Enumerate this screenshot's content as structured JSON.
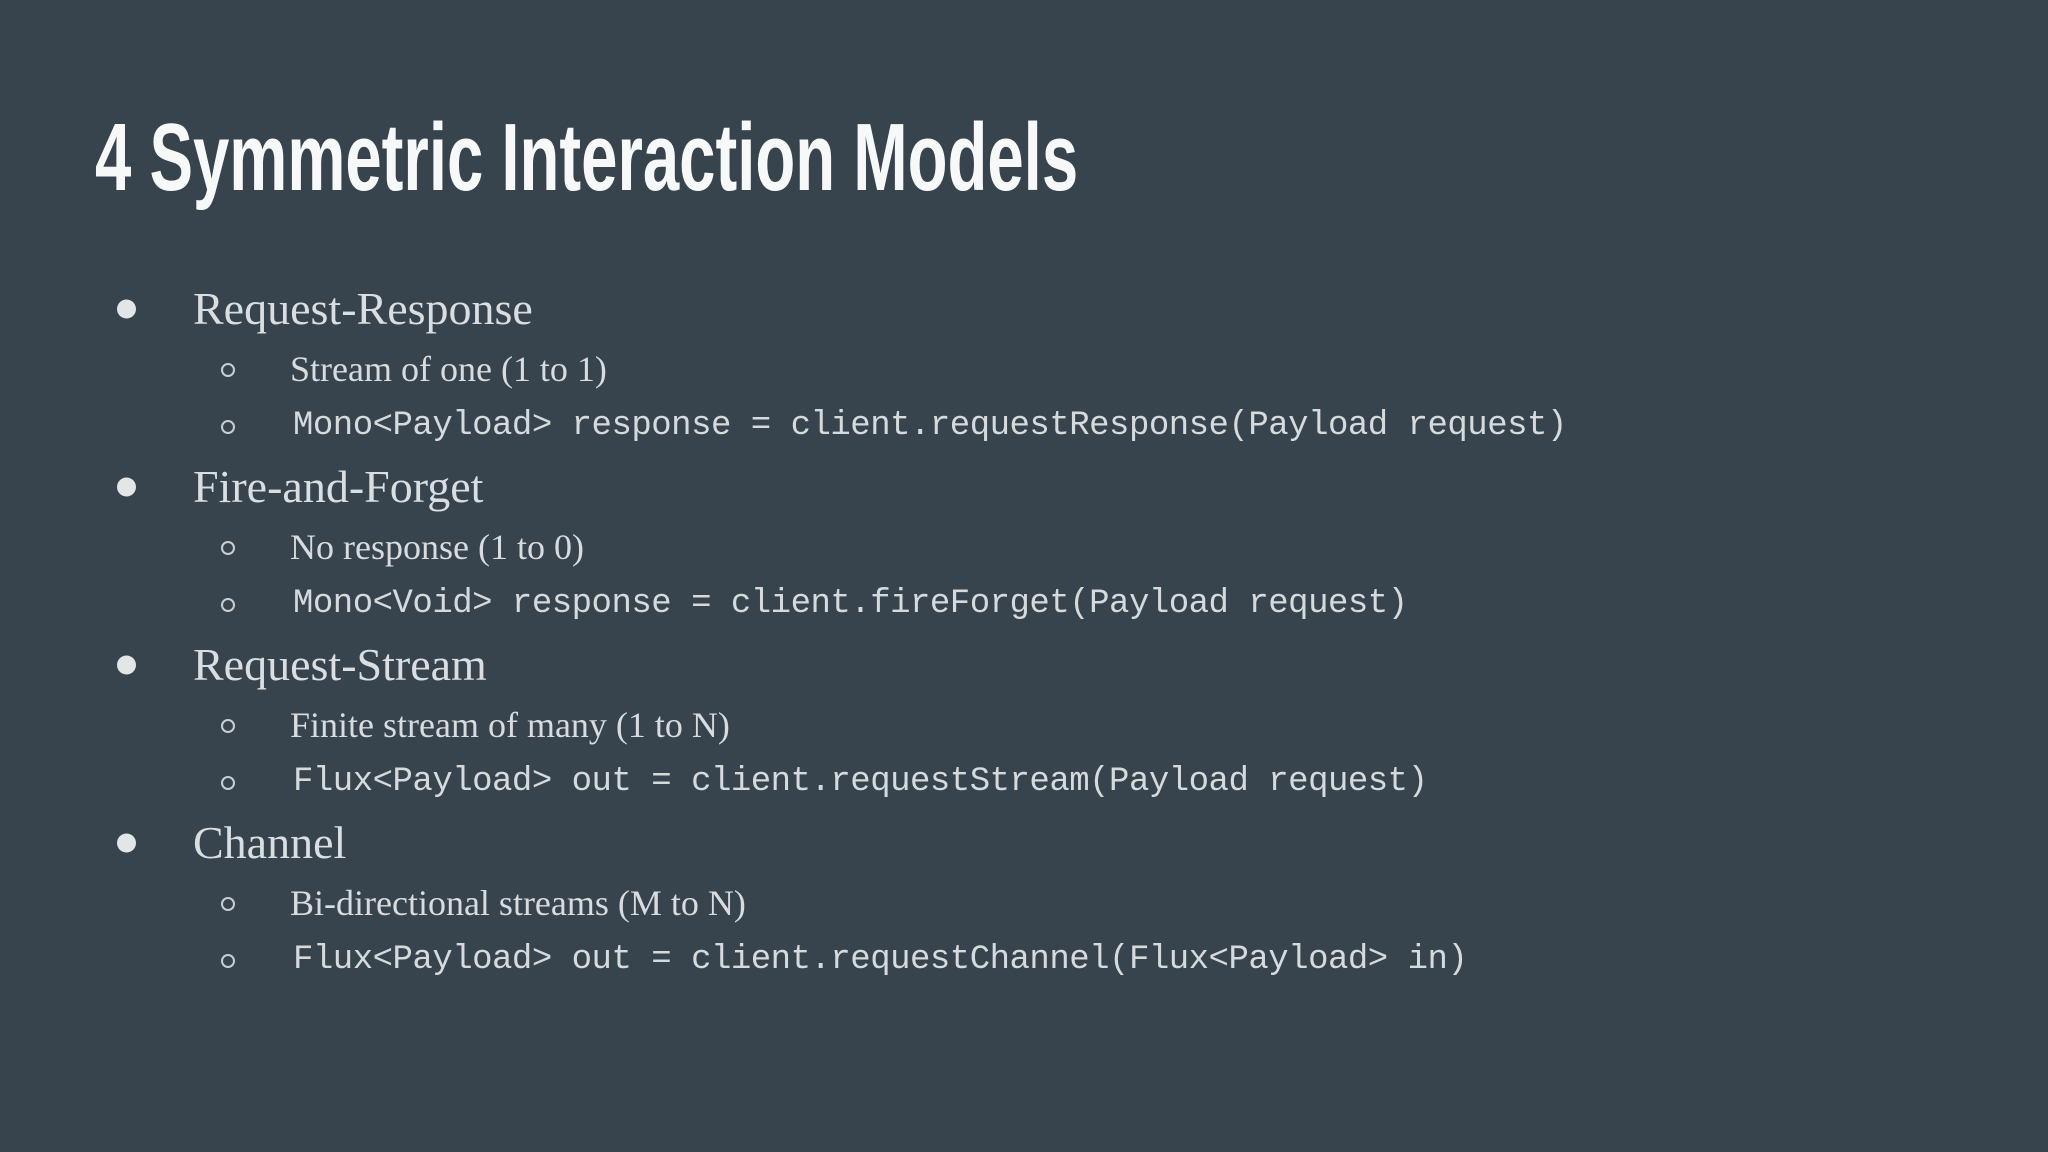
{
  "slide": {
    "title": "4 Symmetric Interaction Models",
    "colors": {
      "background": "#37434D",
      "title_text": "#F7F9F9",
      "body_text": "#D8DCDE",
      "code_text": "#D5DADC"
    },
    "sections": [
      {
        "heading": "Request-Response",
        "sub_text": "Stream of one (1 to 1)",
        "sub_code": "Mono<Payload> response = client.requestResponse(Payload request)"
      },
      {
        "heading": "Fire-and-Forget",
        "sub_text": "No response (1 to 0)",
        "sub_code": "Mono<Void> response = client.fireForget(Payload request)"
      },
      {
        "heading": "Request-Stream",
        "sub_text": "Finite stream of many (1 to N)",
        "sub_code": "Flux<Payload> out = client.requestStream(Payload request)"
      },
      {
        "heading": "Channel",
        "sub_text": "Bi-directional streams (M to N)",
        "sub_code": "Flux<Payload> out = client.requestChannel(Flux<Payload> in)"
      }
    ]
  }
}
